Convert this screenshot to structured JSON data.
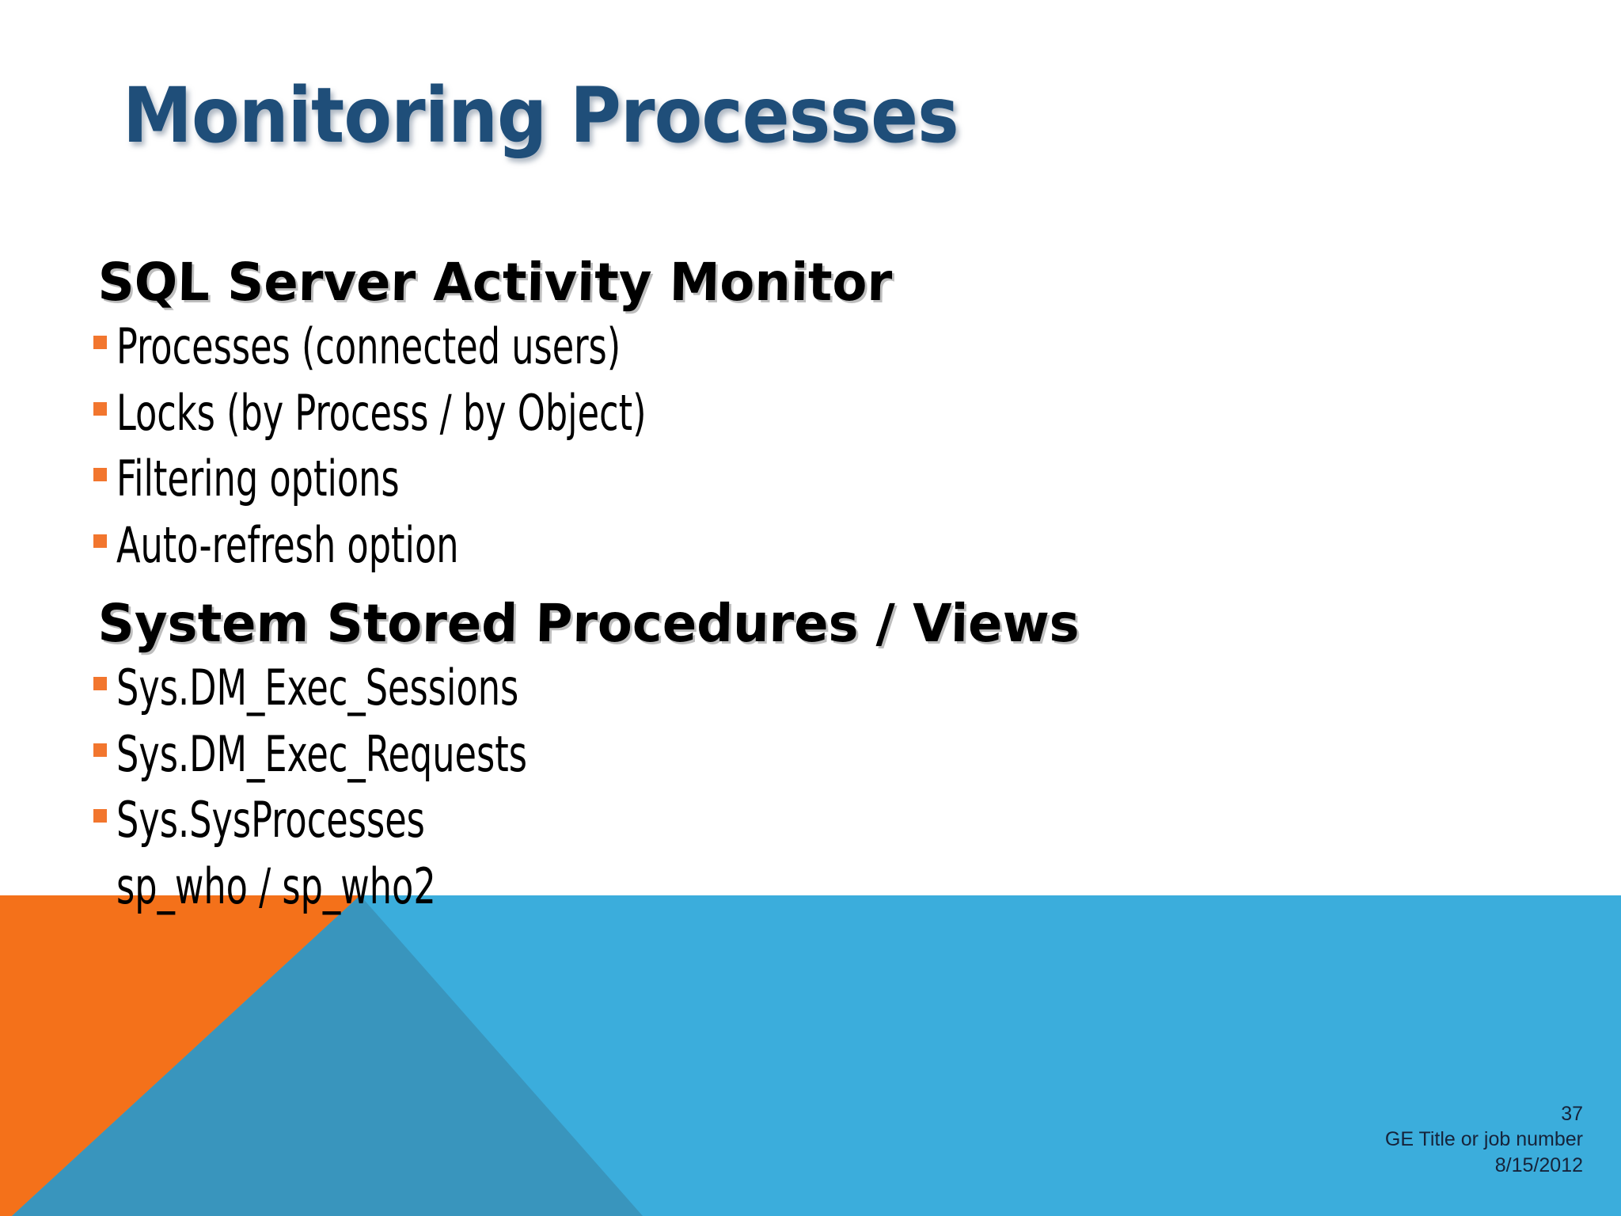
{
  "slide": {
    "title": "Monitoring Processes",
    "groups": [
      {
        "heading": "SQL Server Activity Monitor",
        "items": [
          "Processes (connected users)",
          "Locks (by Process / by Object)",
          "Filtering options",
          "Auto-refresh option"
        ]
      },
      {
        "heading": "System Stored Procedures / Views",
        "items": [
          "Sys.DM_Exec_Sessions",
          "Sys.DM_Exec_Requests",
          "Sys.SysProcesses"
        ],
        "unbulleted": "sp_who / sp_who2"
      }
    ]
  },
  "footer": {
    "page_number": "37",
    "job": "GE Title or job number",
    "date": "8/15/2012"
  },
  "colors": {
    "title": "#1F4E79",
    "bullet": "#F2762E",
    "band_orange": "#F4711A",
    "band_blue": "#3BADDC",
    "band_teal": "#3995BD",
    "text": "#000000",
    "footer_text": "#16233A"
  },
  "icons": {
    "bullet": "orange-square-bullet-icon"
  }
}
